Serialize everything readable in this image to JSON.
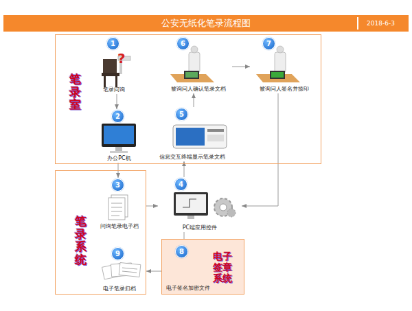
{
  "diagram": {
    "title": "公安无纸化笔录流程图",
    "nodes": [
      {
        "text": [
          "笔录室"
        ]
      },
      {
        "text": [
          "1",
          "笔录问询"
        ],
        "in": 0
      },
      {
        "text": [
          "6",
          "被询问人确认笔录文档"
        ],
        "in": 0
      },
      {
        "text": [
          "7",
          "被询问人签名并捺印"
        ],
        "in": 0
      },
      {
        "text": [
          "2",
          "办公PC机"
        ],
        "in": 0
      },
      {
        "text": [
          "5",
          "信息交互终端显示笔录文档"
        ],
        "in": 0
      },
      {
        "text": [
          "笔录系统"
        ]
      },
      {
        "text": [
          "3",
          "问询笔录电子档"
        ],
        "in": 6
      },
      {
        "text": [
          "4",
          "PC端应用控件"
        ]
      },
      {
        "text": [
          "9",
          "电子笔录归档"
        ],
        "in": 6
      },
      {
        "text": [
          "电子签章系统"
        ]
      },
      {
        "text": [
          "8",
          "电子签名加密文件"
        ],
        "in": 10
      }
    ],
    "edges": [
      {
        "from": 1,
        "to": 4,
        "arrow": "to"
      },
      {
        "from": 4,
        "to": 7,
        "arrow": "to"
      },
      {
        "from": 7,
        "to": 8,
        "arrow": "to"
      },
      {
        "from": 8,
        "to": 5,
        "arrow": "to"
      },
      {
        "from": 5,
        "to": 2,
        "arrow": "to"
      },
      {
        "from": 2,
        "to": 3,
        "arrow": "to"
      },
      {
        "from": 3,
        "to": 8,
        "arrow": "to"
      },
      {
        "from": 8,
        "to": 11,
        "arrow": "to"
      },
      {
        "from": 11,
        "to": 9,
        "arrow": "to"
      }
    ],
    "labels": [
      "2018-6-3"
    ]
  }
}
